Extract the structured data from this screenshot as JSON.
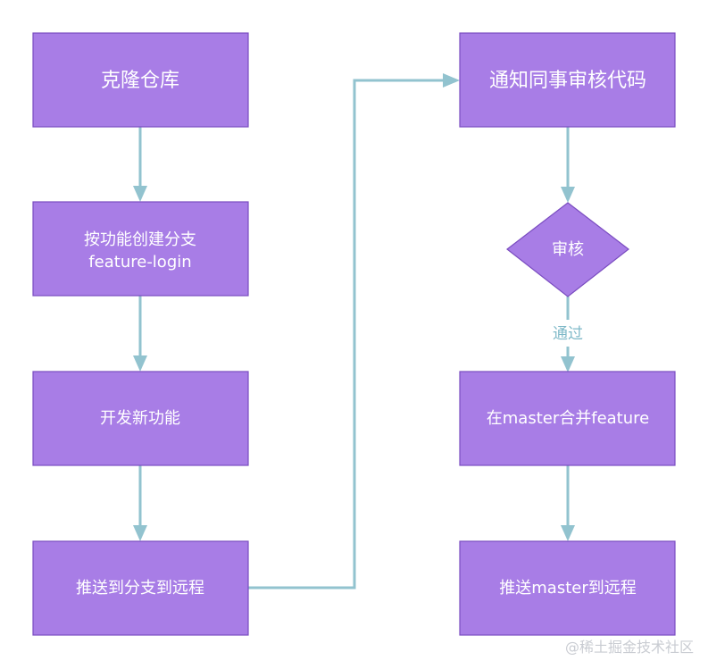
{
  "nodes": {
    "clone": "克隆仓库",
    "branch_line1": "按功能创建分支",
    "branch_line2": "feature-login",
    "develop": "开发新功能",
    "push_branch": "推送到分支到远程",
    "notify": "通知同事审核代码",
    "review": "审核",
    "merge": "在master合并feature",
    "push_master": "推送master到远程"
  },
  "edges": {
    "pass_label": "通过"
  },
  "watermark": "@稀土掘金技术社区",
  "colors": {
    "node_fill": "#a87de6",
    "node_stroke": "#7a4cc0",
    "connector": "#92c3cf",
    "edge_label": "#7fb9c8",
    "node_text": "#ffffff"
  }
}
